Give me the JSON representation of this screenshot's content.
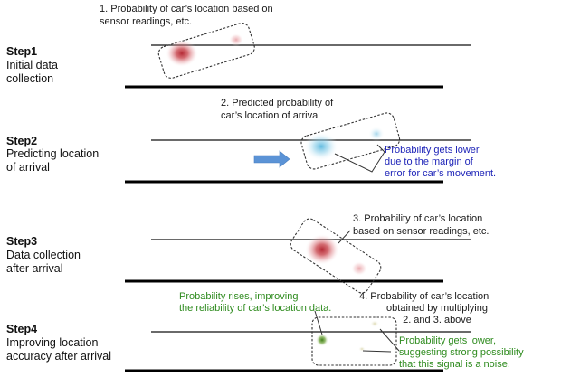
{
  "steps": [
    {
      "title": "Step1",
      "desc": [
        "Initial data",
        "collection"
      ]
    },
    {
      "title": "Step2",
      "desc": [
        "Predicting location",
        "of arrival"
      ]
    },
    {
      "title": "Step3",
      "desc": [
        "Data collection",
        "after arrival"
      ]
    },
    {
      "title": "Step4",
      "desc": [
        "Improving location",
        "accuracy after arrival"
      ]
    }
  ],
  "captions": {
    "c1": [
      "1. Probability of car’s location based on",
      "sensor readings, etc."
    ],
    "c2": [
      "2. Predicted probability of",
      "car’s location of arrival"
    ],
    "c3": [
      "3. Probability of car’s location",
      "based on sensor readings, etc."
    ],
    "c4": [
      "4. Probability of car’s location",
      "obtained by multiplying",
      "2. and 3. above"
    ]
  },
  "annotations": {
    "blue": [
      "Probability gets lower",
      "due to the margin of",
      "error for car’s movement."
    ],
    "green_top": [
      "Probability rises, improving",
      "the reliability of car’s location data."
    ],
    "green_bottom": [
      "Probability gets lower,",
      "suggesting strong possibility",
      "that this signal is a noise."
    ]
  },
  "colors": {
    "step1_blob": "#b3202a",
    "step2_blob": "#4fb3dc",
    "step3_blob": "#c0202c",
    "step4_blob_strong": "#3e8a1a",
    "step4_blob_weak": "#d8d4a8",
    "arrow": "#5b93d6",
    "annotation_blue": "#1e24b8",
    "annotation_green": "#2e8b1e"
  },
  "icons": {
    "arrow": "right-arrow-icon"
  }
}
